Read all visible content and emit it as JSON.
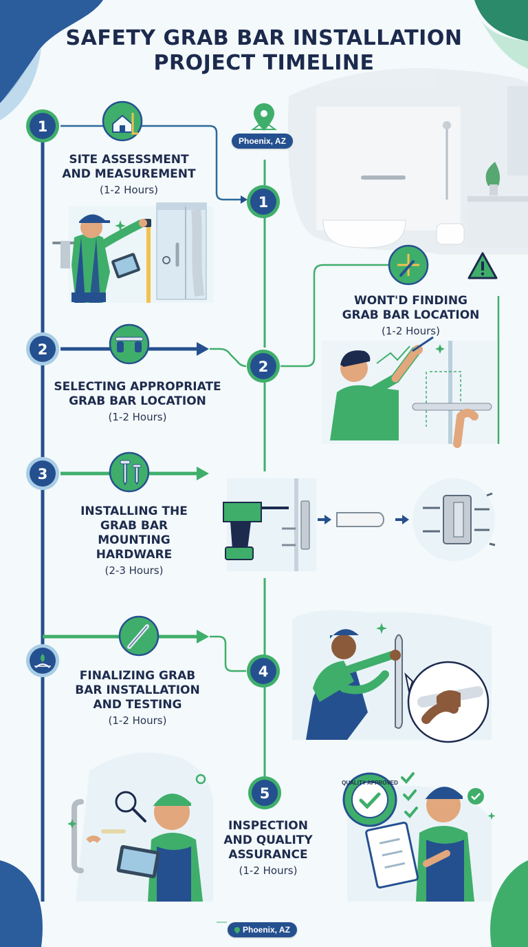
{
  "title": {
    "line1": "SAFETY GRAB BAR INSTALLATION",
    "line2": "PROJECT TIMELINE"
  },
  "location_top": "Phoenix, AZ",
  "location_bottom": "Phoenix, AZ",
  "steps_left": [
    {
      "number": "1",
      "title_lines": [
        "SITE ASSESSMENT",
        "AND MEASUREMENT"
      ],
      "duration": "(1-2 Hours)"
    },
    {
      "number": "2",
      "title_lines": [
        "SELECTING APPROPRIATE",
        "GRAB BAR LOCATION"
      ],
      "duration": "(1-2 Hours)"
    },
    {
      "number": "3",
      "title_lines": [
        "INSTALLING THE",
        "GRAB BAR",
        "MOUNTING",
        "HARDWARE"
      ],
      "duration": "(2-3 Hours)"
    },
    {
      "title_lines": [
        "FINALIZING GRAB",
        "BAR INSTALLATION",
        "AND TESTING"
      ],
      "duration": "(1-2 Hours)"
    }
  ],
  "steps_center": [
    {
      "number": "1"
    },
    {
      "number": "2",
      "title_lines": [
        "WONT'D FINDING",
        "GRAB BAR LOCATION"
      ],
      "duration": "(1-2 Hours)"
    },
    {
      "number": "4"
    },
    {
      "number": "5",
      "title_lines": [
        "INSPECTION",
        "AND QUALITY",
        "ASSURANCE"
      ],
      "duration": "(1-2 Hours)"
    }
  ],
  "badge_text": "QUALITY APPROVED",
  "colors": {
    "navy": "#25508f",
    "green": "#3fae6b",
    "dark_text": "#1d2b4d",
    "light_green": "#e6f3ea"
  }
}
